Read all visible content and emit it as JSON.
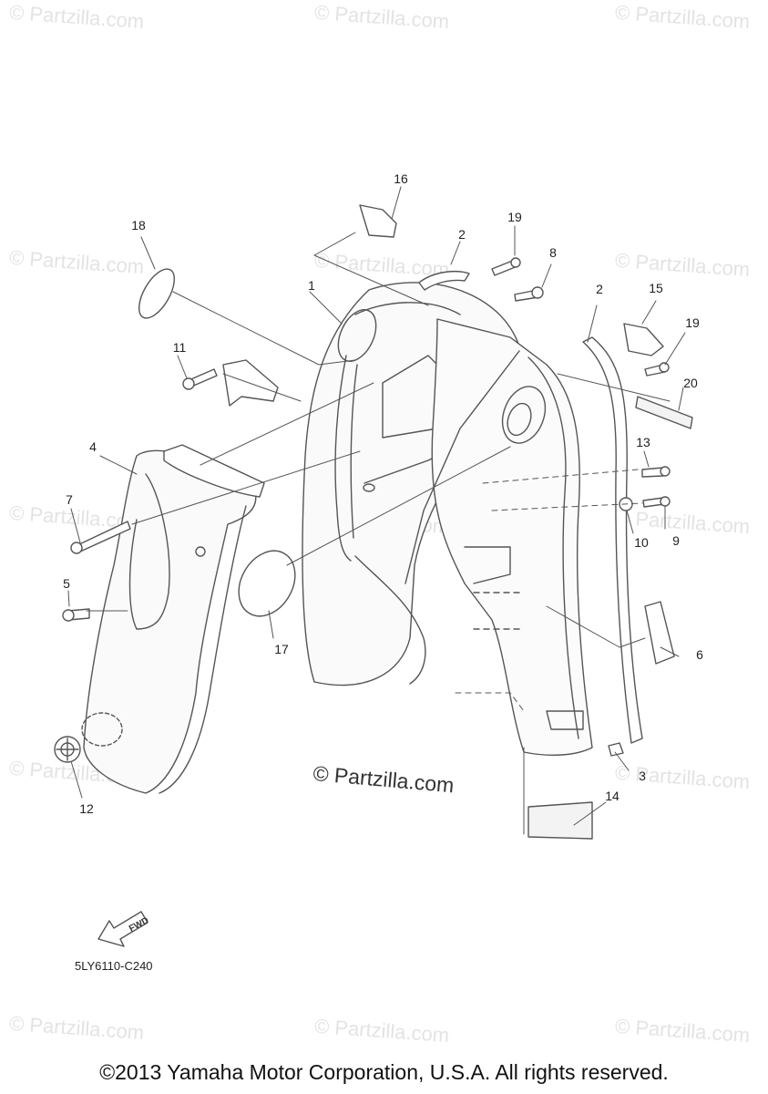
{
  "watermark": "© Partzilla.com",
  "center_watermark": "© Partzilla.com",
  "diagram_code": "5LY6110-C240",
  "copyright": "©2013 Yamaha Motor Corporation, U.S.A. All rights reserved.",
  "fwd_label": "FWD",
  "callouts": [
    "1",
    "2",
    "2",
    "3",
    "4",
    "5",
    "6",
    "7",
    "8",
    "9",
    "10",
    "11",
    "12",
    "13",
    "14",
    "15",
    "16",
    "17",
    "18",
    "19",
    "19",
    "20"
  ],
  "colors": {
    "line": "#555555",
    "text": "#222222",
    "watermark": "#e3e3e3"
  }
}
